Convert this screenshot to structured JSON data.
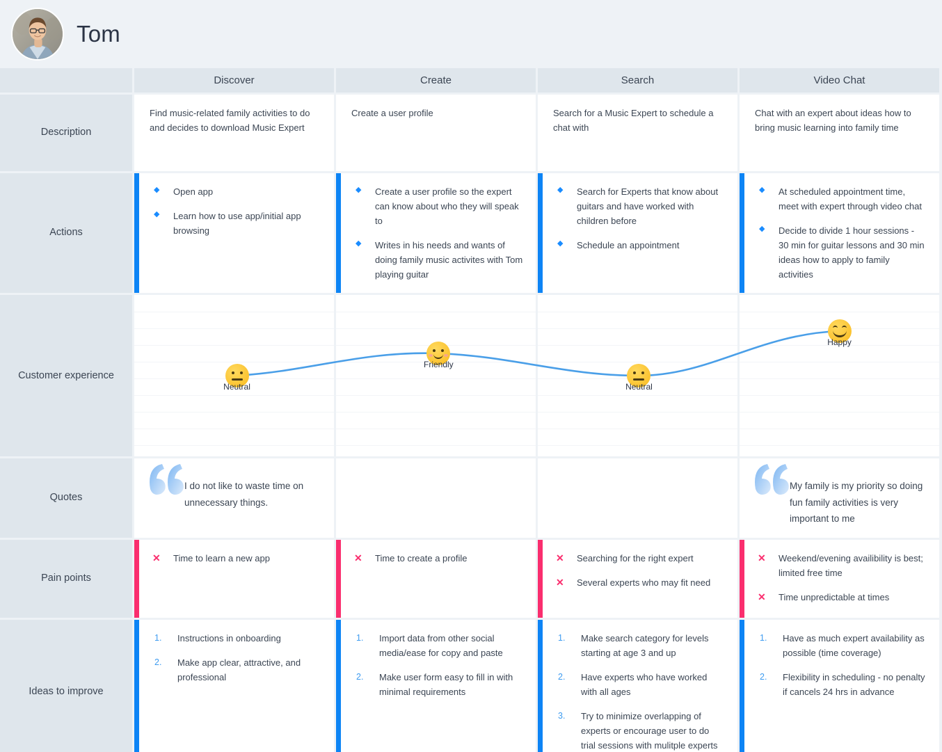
{
  "persona": {
    "name": "Tom",
    "avatar_icon": "user-photo-avatar"
  },
  "columns": [
    "Discover",
    "Create",
    "Search",
    "Video Chat"
  ],
  "row_labels": {
    "description": "Description",
    "actions": "Actions",
    "experience": "Customer experience",
    "quotes": "Quotes",
    "pain": "Pain points",
    "ideas": "Ideas to improve"
  },
  "description": [
    "Find music-related family activities to do and decides to download Music Expert",
    "Create a user profile",
    "Search for a Music Expert to schedule a chat with",
    "Chat with an expert about ideas how to bring music learning into family time"
  ],
  "actions": [
    [
      "Open app",
      "Learn how to use app/initial app browsing"
    ],
    [
      "Create a user profile so the expert can know about who they will speak to",
      "Writes in his needs and wants of doing family music activites with Tom playing guitar"
    ],
    [
      "Search for Experts that know about guitars and have worked with children before",
      "Schedule an appointment"
    ],
    [
      "At scheduled appointment time, meet with expert through video chat",
      "Decide to divide 1 hour sessions - 30 min for guitar lessons and 30 min ideas how to apply to family activities"
    ]
  ],
  "quotes": [
    "I do not like to waste time on unnecessary things.",
    "",
    "",
    "My family is my priority so doing fun family activities is very important to me"
  ],
  "pain_points": [
    [
      "Time to learn a new app"
    ],
    [
      "Time to create a profile"
    ],
    [
      "Searching for the right expert",
      "Several experts who may fit need"
    ],
    [
      "Weekend/evening availibility is best; limited free time",
      "Time unpredictable at times"
    ]
  ],
  "ideas": [
    [
      "Instructions in onboarding",
      "Make app clear, attractive, and professional"
    ],
    [
      "Import data from other social media/ease for copy and paste",
      "Make user form easy to fill in with minimal requirements"
    ],
    [
      "Make search category for levels starting at age 3 and up",
      "Have experts who have worked with all ages",
      "Try to minimize overlapping of experts or encourage user to do trial sessions with mulitple experts"
    ],
    [
      "Have as much expert availability as possible (time coverage)",
      "Flexibility in scheduling - no penalty if cancels 24 hrs in advance"
    ]
  ],
  "chart_data": {
    "type": "line",
    "title": "Customer experience",
    "categories": [
      "Discover",
      "Create",
      "Search",
      "Video Chat"
    ],
    "labels": [
      "Neutral",
      "Friendly",
      "Neutral",
      "Happy"
    ],
    "values": [
      2,
      3,
      2,
      4
    ],
    "ylim": [
      1,
      5
    ],
    "ylabel": "",
    "xlabel": "",
    "grid": true,
    "legend": "none",
    "faces": [
      "neutral",
      "friendly",
      "neutral",
      "happy"
    ],
    "line_color": "#4a9fe8"
  },
  "colors": {
    "accent_blue": "#0d84f5",
    "accent_pink": "#fa2e6e",
    "header_bg": "#dfe6ec",
    "page_bg": "#eef2f6",
    "emoji_yellow": "#fbc330",
    "quote_blue": "#9cc8f5"
  }
}
